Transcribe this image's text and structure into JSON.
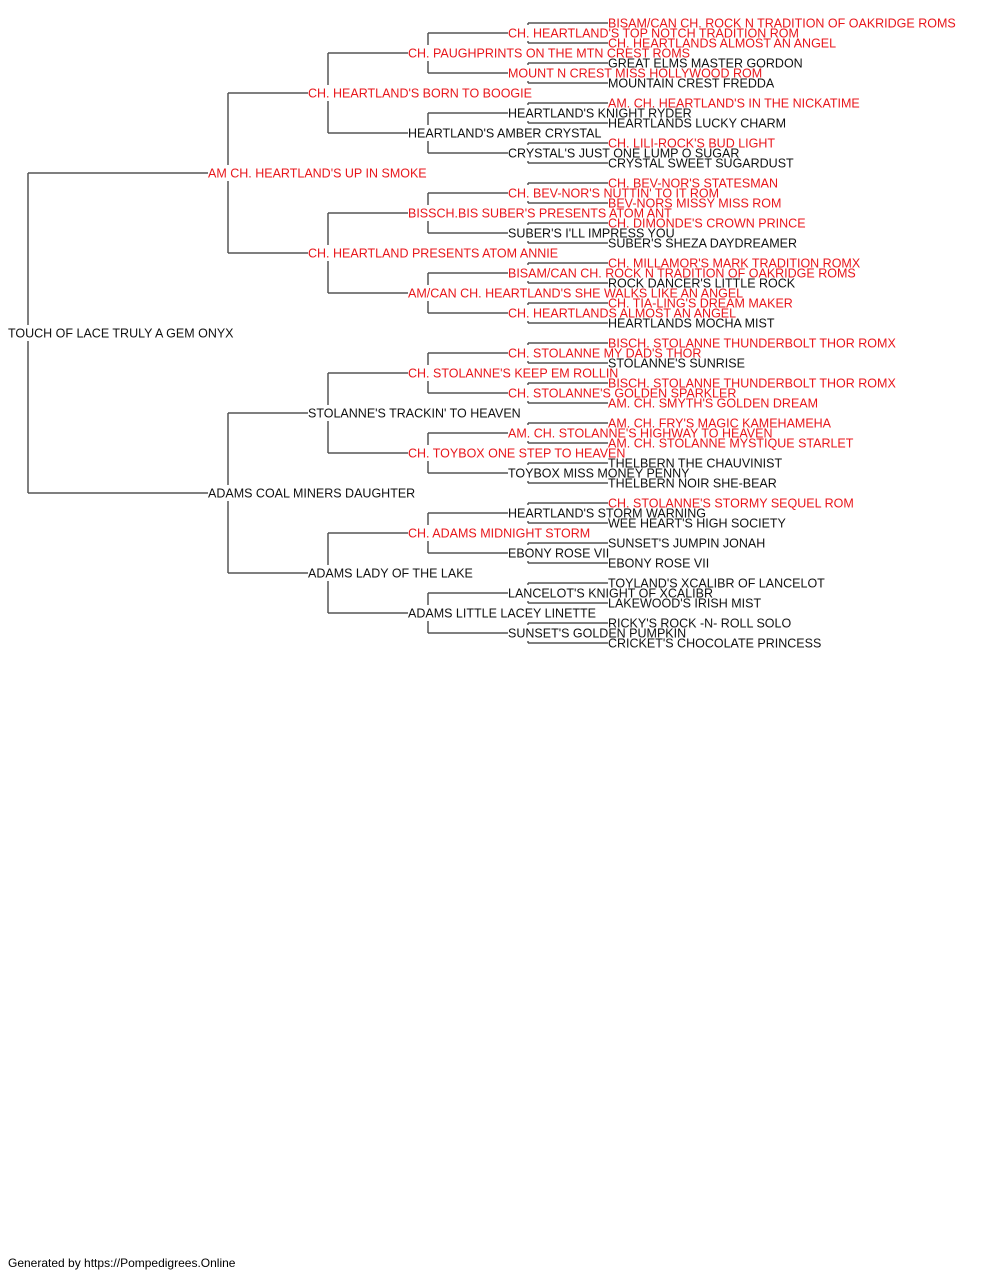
{
  "colors": {
    "champion": "#e8161b",
    "normal": "#111111",
    "line": "#555555"
  },
  "pedigree": {
    "name": "TOUCH OF LACE TRULY A GEM ONYX",
    "champion": false,
    "sire": {
      "name": "AM CH. HEARTLAND'S UP IN SMOKE",
      "champion": true,
      "sire": {
        "name": "CH. HEARTLAND'S BORN TO BOOGIE",
        "champion": true,
        "sire": {
          "name": "CH. PAUGHPRINTS ON THE MTN CREST ROMS",
          "champion": true,
          "sire": {
            "name": "CH. HEARTLAND'S TOP NOTCH TRADITION ROM",
            "champion": true,
            "sire": {
              "name": "BISAM/CAN CH. ROCK N TRADITION OF OAKRIDGE ROMS",
              "champion": true
            },
            "dam": {
              "name": "CH. HEARTLANDS ALMOST AN ANGEL",
              "champion": true
            }
          },
          "dam": {
            "name": "MOUNT N CREST MISS HOLLYWOOD ROM",
            "champion": true,
            "sire": {
              "name": "GREAT ELMS MASTER GORDON",
              "champion": false
            },
            "dam": {
              "name": "MOUNTAIN CREST FREDDA",
              "champion": false
            }
          }
        },
        "dam": {
          "name": "HEARTLAND'S AMBER CRYSTAL",
          "champion": false,
          "sire": {
            "name": "HEARTLAND'S KNIGHT RYDER",
            "champion": false,
            "sire": {
              "name": "AM. CH. HEARTLAND'S IN THE NICKATIME",
              "champion": true
            },
            "dam": {
              "name": "HEARTLANDS LUCKY CHARM",
              "champion": false
            }
          },
          "dam": {
            "name": "CRYSTAL'S JUST ONE LUMP O SUGAR",
            "champion": false,
            "sire": {
              "name": "CH. LILI-ROCK'S BUD LIGHT",
              "champion": true
            },
            "dam": {
              "name": "CRYSTAL SWEET SUGARDUST",
              "champion": false
            }
          }
        }
      },
      "dam": {
        "name": "CH. HEARTLAND PRESENTS ATOM ANNIE",
        "champion": true,
        "sire": {
          "name": "BISSCH.BIS SUBER'S PRESENTS ATOM ANT",
          "champion": true,
          "sire": {
            "name": "CH. BEV-NOR'S NUTTIN' TO IT ROM",
            "champion": true,
            "sire": {
              "name": "CH. BEV-NOR'S STATESMAN",
              "champion": true
            },
            "dam": {
              "name": "BEV-NORS MISSY MISS ROM",
              "champion": true
            }
          },
          "dam": {
            "name": "SUBER'S I'LL IMPRESS YOU",
            "champion": false,
            "sire": {
              "name": "CH. DIMONDE'S CROWN PRINCE",
              "champion": true
            },
            "dam": {
              "name": "SUBER'S SHEZA DAYDREAMER",
              "champion": false
            }
          }
        },
        "dam": {
          "name": "AM/CAN CH. HEARTLAND'S SHE WALKS LIKE AN ANGEL",
          "champion": true,
          "sire": {
            "name": "BISAM/CAN CH. ROCK N TRADITION OF OAKRIDGE ROMS",
            "champion": true,
            "sire": {
              "name": "CH. MILLAMOR'S MARK TRADITION ROMX",
              "champion": true
            },
            "dam": {
              "name": "ROCK DANCER'S LITTLE ROCK",
              "champion": false
            }
          },
          "dam": {
            "name": "CH. HEARTLANDS ALMOST AN ANGEL",
            "champion": true,
            "sire": {
              "name": "CH. TIA-LING'S DREAM MAKER",
              "champion": true
            },
            "dam": {
              "name": "HEARTLANDS MOCHA MIST",
              "champion": false
            }
          }
        }
      }
    },
    "dam": {
      "name": "ADAMS COAL MINERS DAUGHTER",
      "champion": false,
      "sire": {
        "name": "STOLANNE'S TRACKIN' TO HEAVEN",
        "champion": false,
        "sire": {
          "name": "CH. STOLANNE'S KEEP EM ROLLIN",
          "champion": true,
          "sire": {
            "name": "CH. STOLANNE MY DAD'S THOR",
            "champion": true,
            "sire": {
              "name": "BISCH. STOLANNE THUNDERBOLT THOR ROMX",
              "champion": true
            },
            "dam": {
              "name": "STOLANNE'S SUNRISE",
              "champion": false
            }
          },
          "dam": {
            "name": "CH. STOLANNE'S GOLDEN SPARKLER",
            "champion": true,
            "sire": {
              "name": "BISCH. STOLANNE THUNDERBOLT THOR ROMX",
              "champion": true
            },
            "dam": {
              "name": "AM. CH. SMYTH'S GOLDEN DREAM",
              "champion": true
            }
          }
        },
        "dam": {
          "name": "CH. TOYBOX ONE STEP TO HEAVEN",
          "champion": true,
          "sire": {
            "name": "AM. CH. STOLANNE'S HIGHWAY TO HEAVEN",
            "champion": true,
            "sire": {
              "name": "AM. CH. FRY'S MAGIC KAMEHAMEHA",
              "champion": true
            },
            "dam": {
              "name": "AM. CH. STOLANNE MYSTIQUE STARLET",
              "champion": true
            }
          },
          "dam": {
            "name": "TOYBOX MISS MONEY PENNY",
            "champion": false,
            "sire": {
              "name": "THELBERN THE CHAUVINIST",
              "champion": false
            },
            "dam": {
              "name": "THELBERN NOIR SHE-BEAR",
              "champion": false
            }
          }
        }
      },
      "dam": {
        "name": "ADAMS LADY OF THE LAKE",
        "champion": false,
        "sire": {
          "name": "CH. ADAMS MIDNIGHT STORM",
          "champion": true,
          "sire": {
            "name": "HEARTLAND'S STORM WARNING",
            "champion": false,
            "sire": {
              "name": "CH. STOLANNE'S STORMY SEQUEL ROM",
              "champion": true
            },
            "dam": {
              "name": "WEE HEART'S HIGH SOCIETY",
              "champion": false
            }
          },
          "dam": {
            "name": "EBONY ROSE VII",
            "champion": false,
            "sire": {
              "name": "SUNSET'S JUMPIN JONAH",
              "champion": false
            },
            "dam": {
              "name": "EBONY ROSE VII",
              "champion": false
            }
          }
        },
        "dam": {
          "name": "ADAMS LITTLE LACEY LINETTE",
          "champion": false,
          "sire": {
            "name": "LANCELOT'S KNIGHT OF XCALIBR",
            "champion": false,
            "sire": {
              "name": "TOYLAND'S XCALIBR OF LANCELOT",
              "champion": false
            },
            "dam": {
              "name": "LAKEWOOD'S IRISH MIST",
              "champion": false
            }
          },
          "dam": {
            "name": "SUNSET'S GOLDEN PUMPKIN",
            "champion": false,
            "sire": {
              "name": "RICKY'S ROCK -N- ROLL SOLO",
              "champion": false
            },
            "dam": {
              "name": "CRICKET'S CHOCOLATE PRINCESS",
              "champion": false
            }
          }
        }
      }
    }
  },
  "footer": "Generated by https://Pompedigrees.Online"
}
